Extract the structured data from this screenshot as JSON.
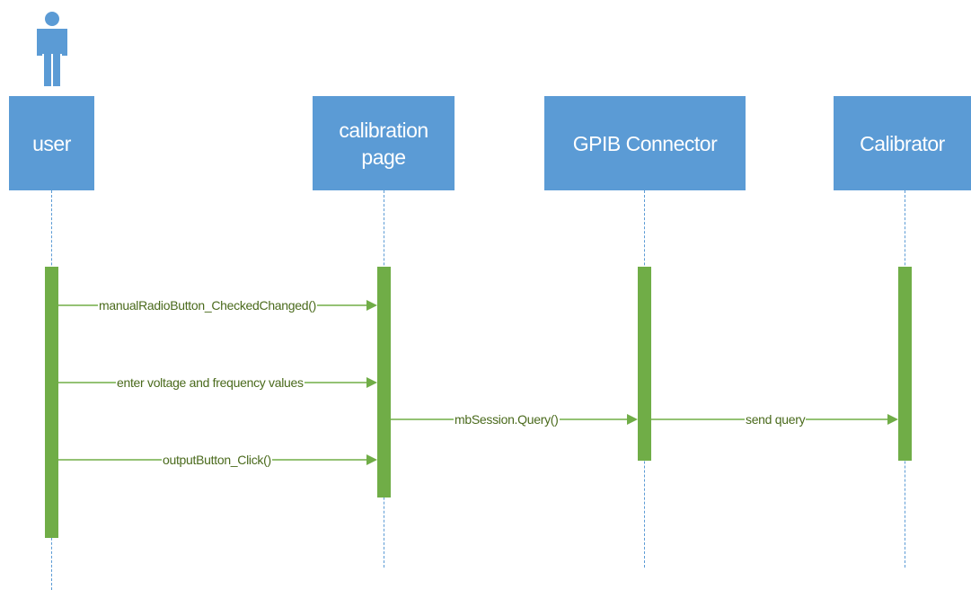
{
  "actor": {
    "icon": "person-icon",
    "color": "#5b9bd5"
  },
  "lifelines": [
    {
      "id": "user",
      "label": "user"
    },
    {
      "id": "calibration-page",
      "label": "calibration page"
    },
    {
      "id": "gpib-connector",
      "label": "GPIB Connector"
    },
    {
      "id": "calibrator",
      "label": "Calibrator"
    }
  ],
  "messages": [
    {
      "from": "user",
      "to": "calibration-page",
      "label": "manualRadioButton_CheckedChanged()"
    },
    {
      "from": "user",
      "to": "calibration-page",
      "label": "enter voltage and frequency values"
    },
    {
      "from": "calibration-page",
      "to": "gpib-connector",
      "label": "mbSession.Query()"
    },
    {
      "from": "gpib-connector",
      "to": "calibrator",
      "label": "send query"
    },
    {
      "from": "user",
      "to": "calibration-page",
      "label": "outputButton_Click()"
    }
  ],
  "colors": {
    "lifeline_box": "#5b9bd5",
    "activation": "#70ad47",
    "message_text": "#4a6a1c"
  }
}
